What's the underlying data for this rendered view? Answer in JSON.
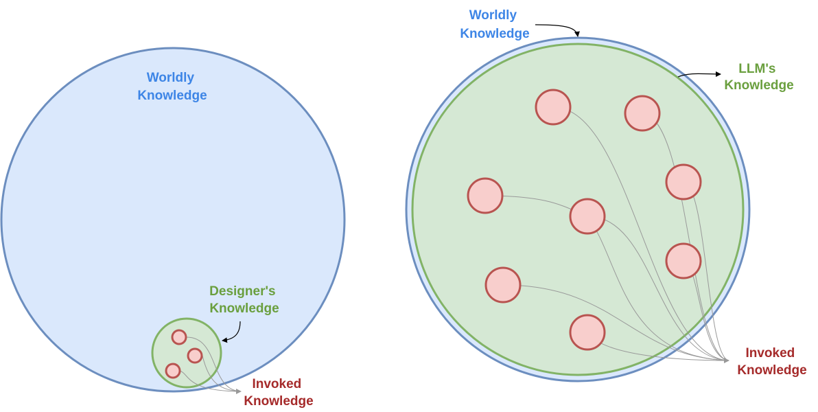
{
  "left_panel": {
    "worldly_label": [
      "Worldly",
      "Knowledge"
    ],
    "designer_label": [
      "Designer's",
      "Knowledge"
    ],
    "invoked_label": [
      "Invoked",
      "Knowledge"
    ]
  },
  "right_panel": {
    "worldly_label": [
      "Worldly",
      "Knowledge"
    ],
    "llm_label": [
      "LLM's",
      "Knowledge"
    ],
    "invoked_label": [
      "Invoked",
      "Knowledge"
    ]
  },
  "colors": {
    "worldly_fill": "#dae8fc",
    "worldly_stroke": "#6c8ebf",
    "knowledge_fill": "#d5e8d4",
    "knowledge_stroke": "#82b366",
    "node_fill": "#f8cecc",
    "node_stroke": "#b85450",
    "worldly_text": "#3d85e6",
    "knowledge_text": "#6a9f3e",
    "invoked_text": "#a52a2a",
    "connector": "#999999",
    "pointer_arrow": "#000000"
  }
}
